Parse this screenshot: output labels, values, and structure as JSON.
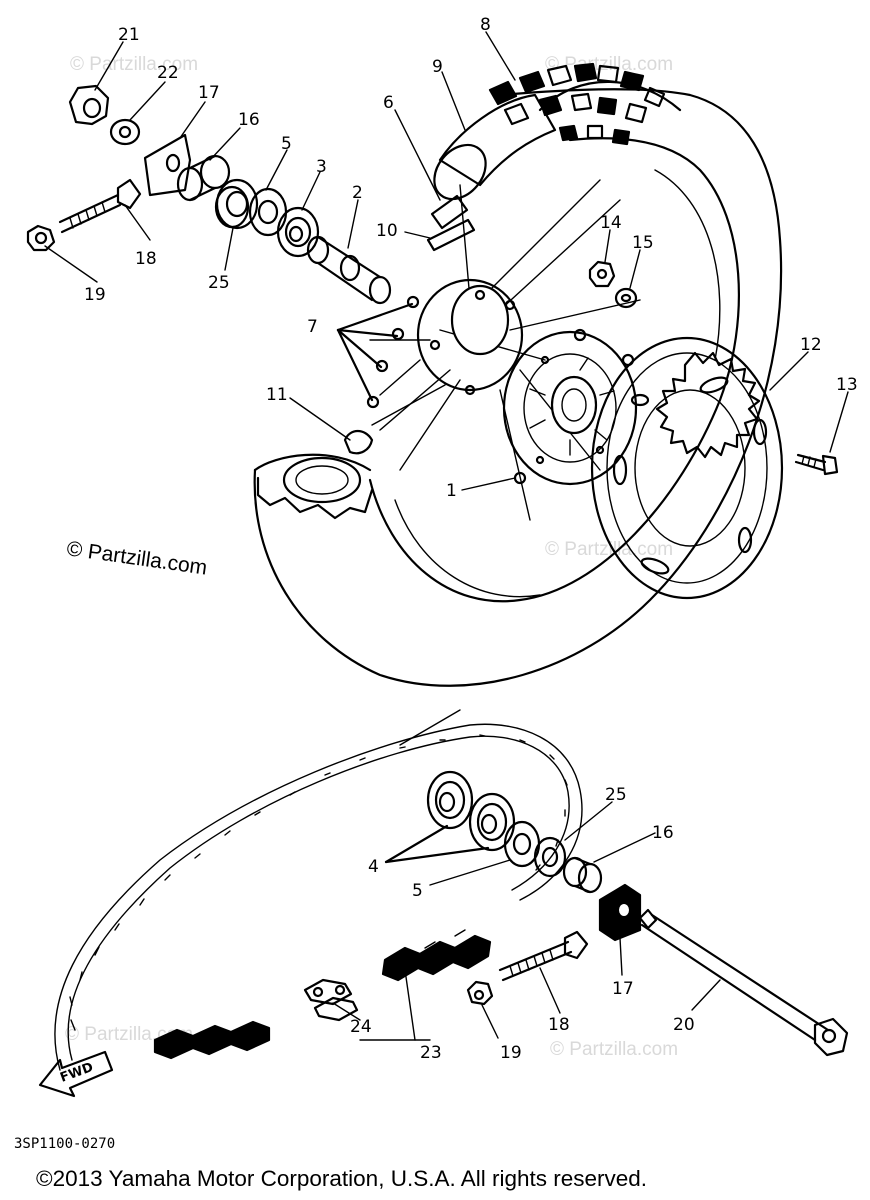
{
  "diagram": {
    "labels": [
      {
        "id": "1",
        "text": "1"
      },
      {
        "id": "2",
        "text": "2"
      },
      {
        "id": "3",
        "text": "3"
      },
      {
        "id": "4",
        "text": "4"
      },
      {
        "id": "5a",
        "text": "5"
      },
      {
        "id": "5b",
        "text": "5"
      },
      {
        "id": "6",
        "text": "6"
      },
      {
        "id": "7",
        "text": "7"
      },
      {
        "id": "8",
        "text": "8"
      },
      {
        "id": "9",
        "text": "9"
      },
      {
        "id": "10",
        "text": "10"
      },
      {
        "id": "11",
        "text": "11"
      },
      {
        "id": "12",
        "text": "12"
      },
      {
        "id": "13",
        "text": "13"
      },
      {
        "id": "14",
        "text": "14"
      },
      {
        "id": "15",
        "text": "15"
      },
      {
        "id": "16a",
        "text": "16"
      },
      {
        "id": "16b",
        "text": "16"
      },
      {
        "id": "17a",
        "text": "17"
      },
      {
        "id": "17b",
        "text": "17"
      },
      {
        "id": "18a",
        "text": "18"
      },
      {
        "id": "18b",
        "text": "18"
      },
      {
        "id": "19a",
        "text": "19"
      },
      {
        "id": "19b",
        "text": "19"
      },
      {
        "id": "20",
        "text": "20"
      },
      {
        "id": "21",
        "text": "21"
      },
      {
        "id": "22",
        "text": "22"
      },
      {
        "id": "23",
        "text": "23"
      },
      {
        "id": "24",
        "text": "24"
      },
      {
        "id": "25a",
        "text": "25"
      },
      {
        "id": "25b",
        "text": "25"
      }
    ],
    "fwd_label": "FWD",
    "watermark": "© Partzilla.com",
    "part_code": "3SP1100-0270"
  },
  "footer": {
    "copyright": "©2013 Yamaha Motor Corporation, U.S.A. All rights reserved."
  }
}
